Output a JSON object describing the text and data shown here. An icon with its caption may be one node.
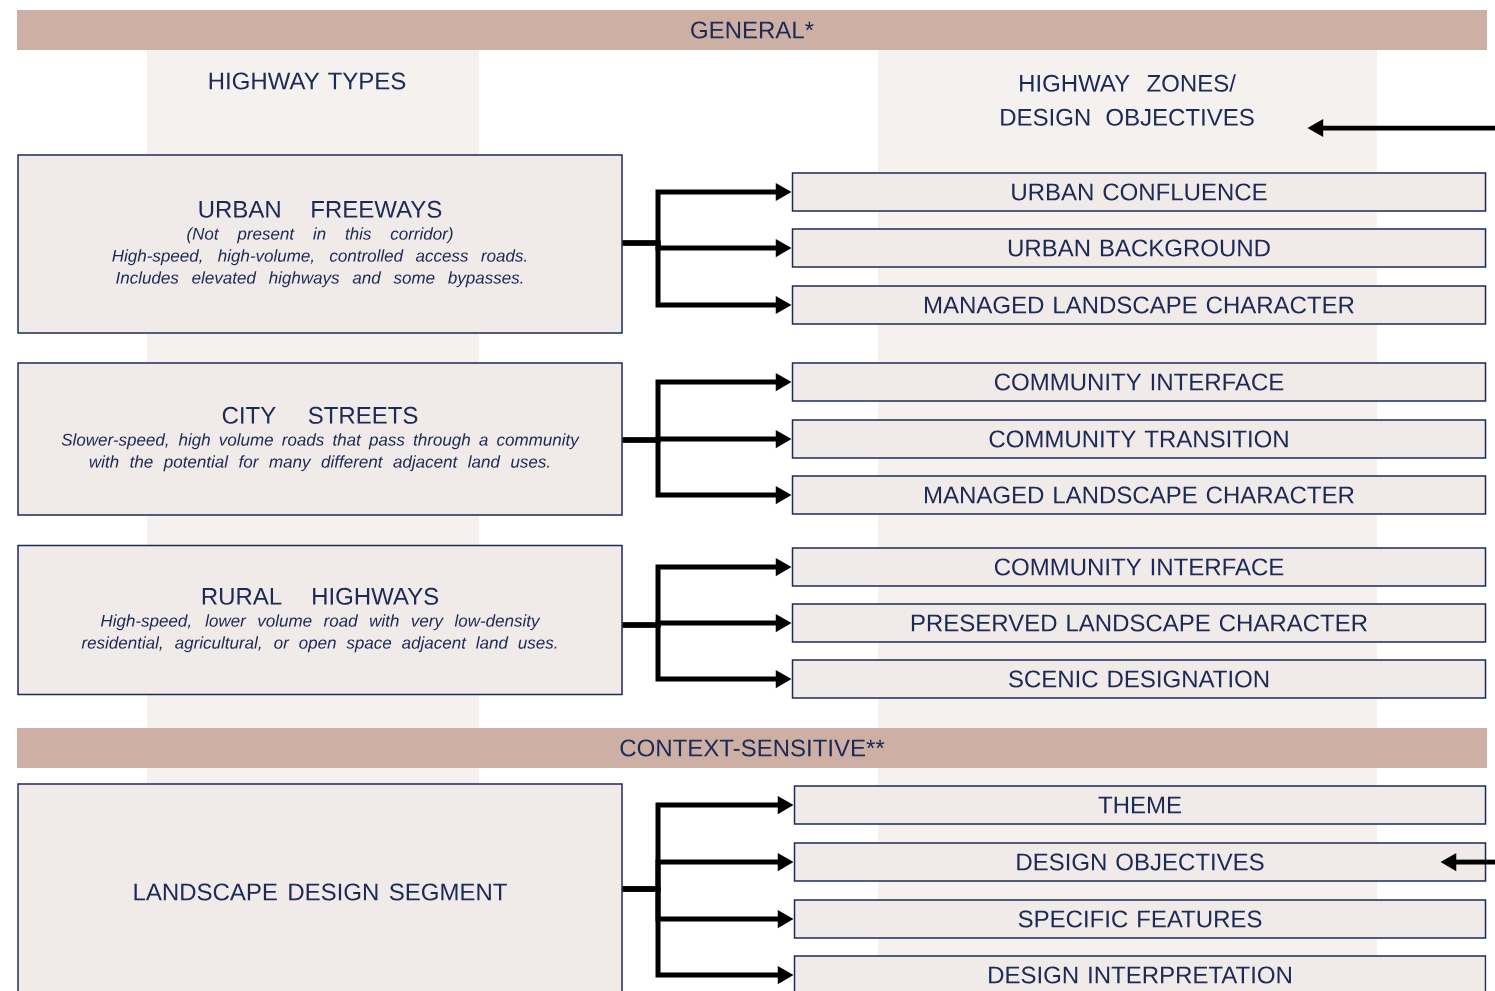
{
  "diagram": {
    "nodes": [
      {
        "text": [
          "GENERAL*"
        ]
      },
      {
        "text": [
          "HIGHWAY ZONES/ DESIGN OBJECTIVES"
        ]
      },
      {
        "text": [
          "URBAN FREEWAYS",
          "(Not present in this corridor)",
          "High-speed, high-volume, controlled access roads. Includes elevated highways and some bypasses."
        ]
      },
      {
        "text": [
          "URBAN CONFLUENCE"
        ]
      },
      {
        "text": [
          "URBAN BACKGROUND"
        ]
      },
      {
        "text": [
          "MANAGED LANDSCAPE CHARACTER"
        ]
      },
      {
        "text": [
          "CITY STREETS",
          "Slower-speed, high volume roads that pass through a community with the potential for many different adjacent land uses."
        ]
      },
      {
        "text": [
          "COMMUNITY INTERFACE"
        ]
      },
      {
        "text": [
          "COMMUNITY TRANSITION"
        ]
      },
      {
        "text": [
          "MANAGED LANDSCAPE CHARACTER"
        ]
      },
      {
        "text": [
          "RURAL HIGHWAYS",
          "High-speed, lower volume road with very low-density residential, agricultural, or open space adjacent land uses."
        ]
      },
      {
        "text": [
          "COMMUNITY INTERFACE"
        ]
      },
      {
        "text": [
          "PRESERVED LANDSCAPE CHARACTER"
        ]
      },
      {
        "text": [
          "SCENIC DESIGNATION"
        ]
      },
      {
        "text": [
          "CONTEXT-SENSITIVE**"
        ]
      },
      {
        "text": [
          "LANDSCAPE DESIGN SEGMENT"
        ]
      },
      {
        "text": [
          "THEME"
        ]
      },
      {
        "text": [
          "DESIGN OBJECTIVES"
        ]
      },
      {
        "text": [
          "SPECIFIC FEATURES"
        ]
      },
      {
        "text": [
          "DESIGN INTERPRETATION"
        ]
      }
    ],
    "edges": [
      {
        "from": 2,
        "to": 3,
        "arrow": "to"
      },
      {
        "from": 2,
        "to": 4,
        "arrow": "to"
      },
      {
        "from": 2,
        "to": 5,
        "arrow": "to"
      },
      {
        "from": 6,
        "to": 7,
        "arrow": "to"
      },
      {
        "from": 6,
        "to": 8,
        "arrow": "to"
      },
      {
        "from": 6,
        "to": 9,
        "arrow": "to"
      },
      {
        "from": 10,
        "to": 11,
        "arrow": "to"
      },
      {
        "from": 10,
        "to": 12,
        "arrow": "to"
      },
      {
        "from": 10,
        "to": 13,
        "arrow": "to"
      },
      {
        "from": 15,
        "to": 16,
        "arrow": "to"
      },
      {
        "from": 15,
        "to": 17,
        "arrow": "to"
      },
      {
        "from": 15,
        "to": 18,
        "arrow": "to"
      },
      {
        "from": 15,
        "to": 19,
        "arrow": "to"
      },
      {
        "from": null,
        "to": 1,
        "arrow": "to"
      },
      {
        "from": null,
        "to": 17,
        "arrow": "to"
      }
    ],
    "labels": [
      "HIGHWAY TYPES"
    ]
  }
}
